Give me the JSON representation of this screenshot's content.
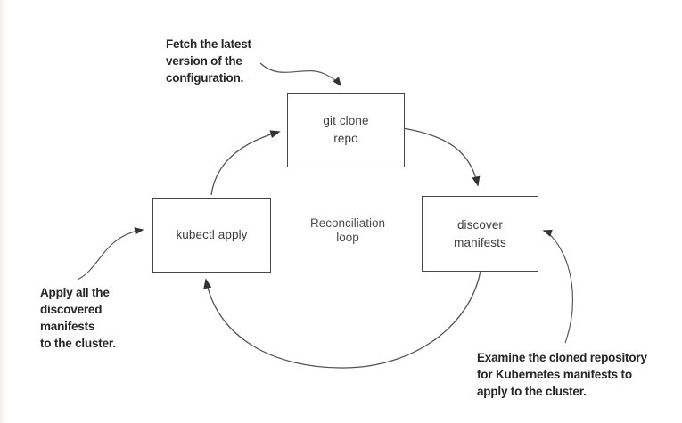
{
  "diagram": {
    "nodes": {
      "git_clone": {
        "line1": "git clone",
        "line2": "repo"
      },
      "discover": {
        "line1": "discover",
        "line2": "manifests"
      },
      "kubectl": {
        "label": "kubectl apply"
      }
    },
    "center": {
      "line1": "Reconciliation",
      "line2": "loop"
    },
    "annotations": {
      "fetch": {
        "lines": [
          "Fetch the latest",
          "version of the",
          "configuration."
        ]
      },
      "apply": {
        "lines": [
          "Apply all the",
          "discovered",
          "manifests",
          "to the cluster."
        ]
      },
      "examine": {
        "lines": [
          "Examine the cloned repository",
          "for Kubernetes manifests to",
          "apply to the cluster."
        ]
      }
    },
    "colors": {
      "line": "#525252",
      "arrowhead": "#333333",
      "box_border": "#464646",
      "box_text": "#3e3e3e",
      "annotation_text": "#262626",
      "background": "#ffffff"
    }
  }
}
